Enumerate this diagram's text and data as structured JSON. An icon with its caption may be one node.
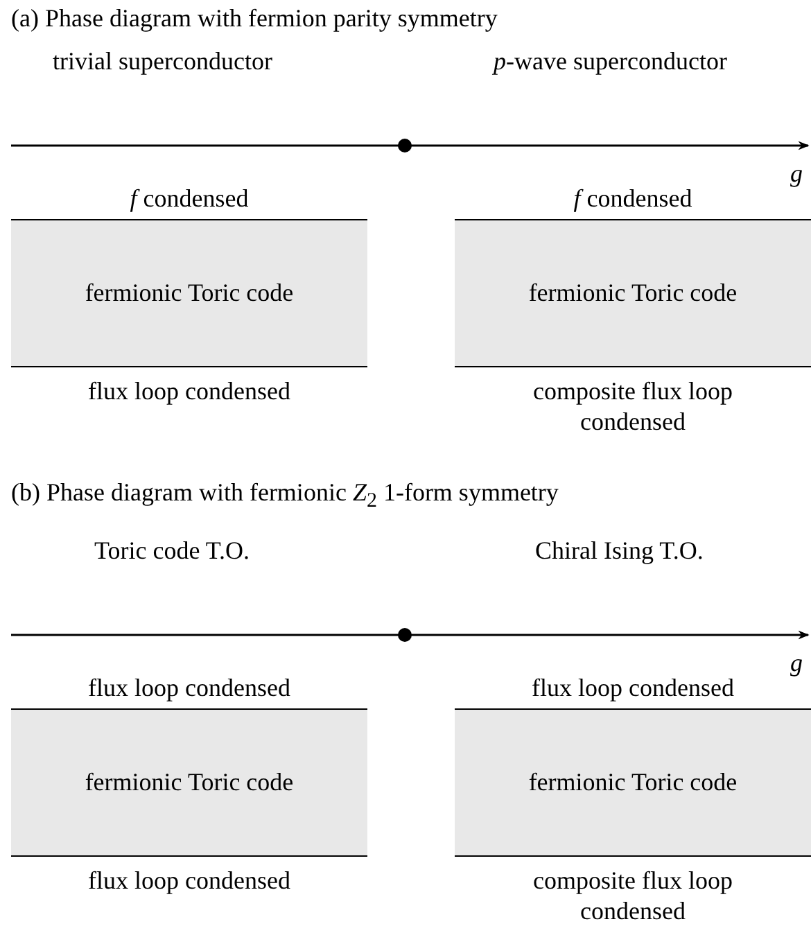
{
  "diagram": {
    "nodes": [
      {
        "text": [
          "*f* condensed",
          "fermionic Toric code",
          "flux loop condensed"
        ]
      },
      {
        "text": [
          "*f* condensed",
          "fermionic Toric code",
          "composite flux loop condensed"
        ]
      },
      {
        "text": [
          "flux loop condensed",
          "fermionic Toric code",
          "flux loop condensed"
        ]
      },
      {
        "text": [
          "flux loop condensed",
          "fermionic Toric code",
          "composite flux loop condensed"
        ]
      }
    ],
    "labels": [
      "(a) Phase diagram with fermion parity symmetry",
      "trivial superconductor",
      "*p*-wave superconductor",
      "*g*",
      "(b) Phase diagram with fermionic *Z*$_{2}$ 1-form symmetry",
      "Toric code T.O.",
      "Chiral Ising T.O.",
      "*g*"
    ]
  }
}
